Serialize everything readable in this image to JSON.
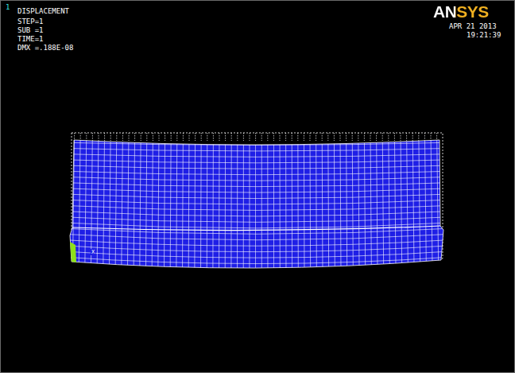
{
  "diagram": {
    "labels": [
      "1",
      "DISPLACEMENT",
      "STEP=1",
      "SUB =1",
      "TIME=1",
      "DMX =.188E-08",
      "ANSYS",
      "APR 21 2013",
      "19:21:39",
      "X"
    ]
  }
}
